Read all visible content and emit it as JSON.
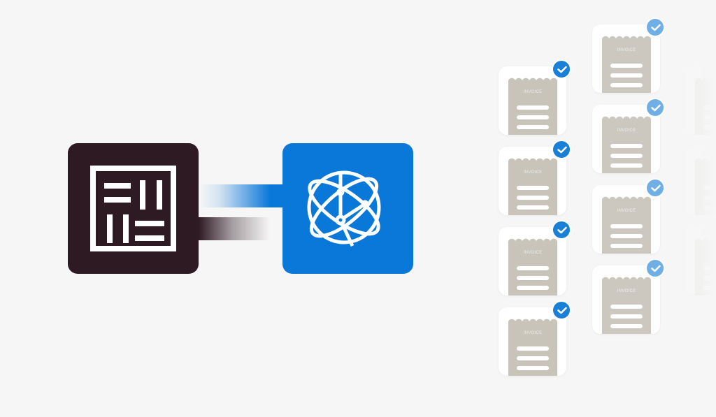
{
  "invoice_label": "INVOICE",
  "colors": {
    "source": "#2e1a23",
    "destination": "#0a78d8",
    "check": "#1a7fd6",
    "receipt": "#c8c4ba"
  },
  "icons": {
    "source": "document-layout-icon",
    "destination": "network-globe-icon"
  },
  "invoice_columns": [
    {
      "count": 4,
      "checked": true
    },
    {
      "count": 4,
      "checked": true
    },
    {
      "count": 3,
      "checked": false
    }
  ]
}
